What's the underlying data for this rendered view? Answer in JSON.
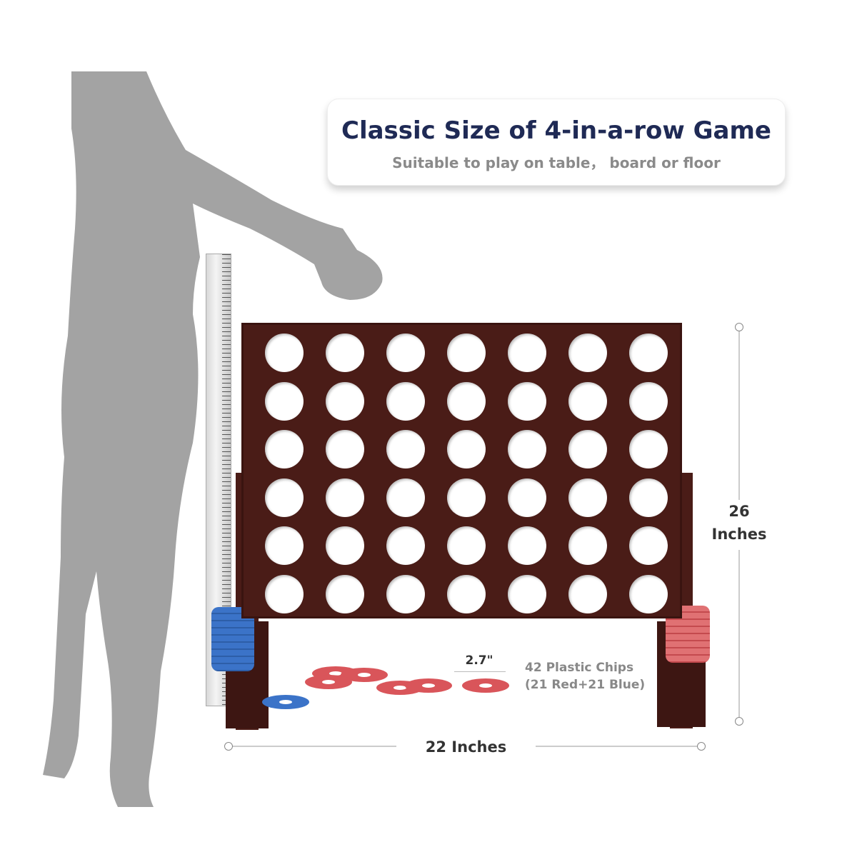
{
  "header": {
    "title": "Classic Size of 4-in-a-row Game",
    "subtitle": "Suitable to play on table， board or floor"
  },
  "dimensions": {
    "height_value": "26",
    "height_unit": "Inches",
    "width_label": "22 Inches",
    "chip_diameter": "2.7\""
  },
  "chips": {
    "count_label": "42 Plastic Chips",
    "breakdown_label": "(21 Red+21 Blue)"
  },
  "board": {
    "columns": 7,
    "rows": 6
  },
  "colors": {
    "wood": "#4a1c17",
    "red_chip": "#d9555a",
    "blue_chip": "#3b73c8",
    "silhouette": "#a3a3a3",
    "title": "#1f2a55"
  }
}
